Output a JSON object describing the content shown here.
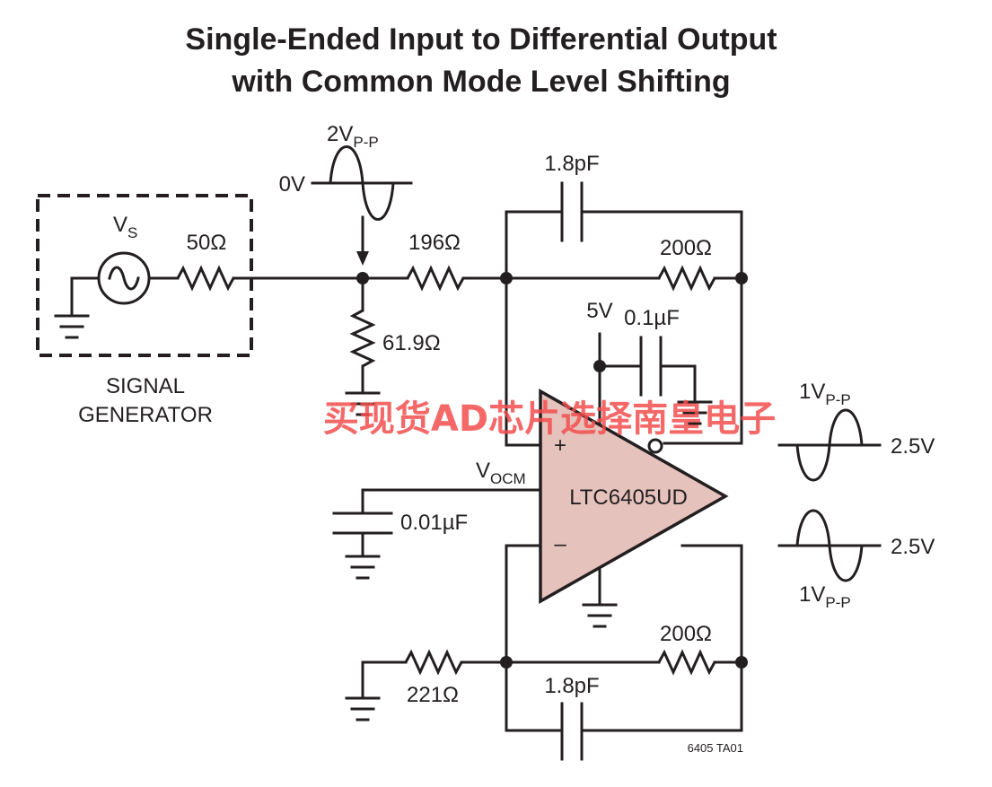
{
  "title": {
    "line1": "Single-Ended Input to Differential Output",
    "line2": "with Common Mode Level Shifting"
  },
  "source": {
    "vs_main": "V",
    "vs_sub": "S",
    "r_source": "50Ω",
    "caption_line1": "SIGNAL",
    "caption_line2": "GENERATOR"
  },
  "input_wave": {
    "amp_main": "2V",
    "amp_sub": "P-P",
    "level": "0V"
  },
  "components": {
    "r_in_top": "196Ω",
    "r_term": "61.9Ω",
    "r_fb_top": "200Ω",
    "c_fb_top": "1.8pF",
    "r_in_bot": "221Ω",
    "r_fb_bot": "200Ω",
    "c_fb_bot": "1.8pF",
    "supply": "5V",
    "c_bypass": "0.1µF",
    "c_vocm": "0.01µF"
  },
  "opamp": {
    "part": "LTC6405UD",
    "vocm_main": "V",
    "vocm_sub": "OCM",
    "plus": "+",
    "minus": "–",
    "fill_color": "#e6c2bc"
  },
  "outputs": {
    "top_amp_main": "1V",
    "top_amp_sub": "P-P",
    "top_level": "2.5V",
    "bot_amp_main": "1V",
    "bot_amp_sub": "P-P",
    "bot_level": "2.5V"
  },
  "figure_id": "6405 TA01",
  "watermark": {
    "text": "买现货AD芯片选择南皇电子",
    "color": "#f24d4d"
  }
}
